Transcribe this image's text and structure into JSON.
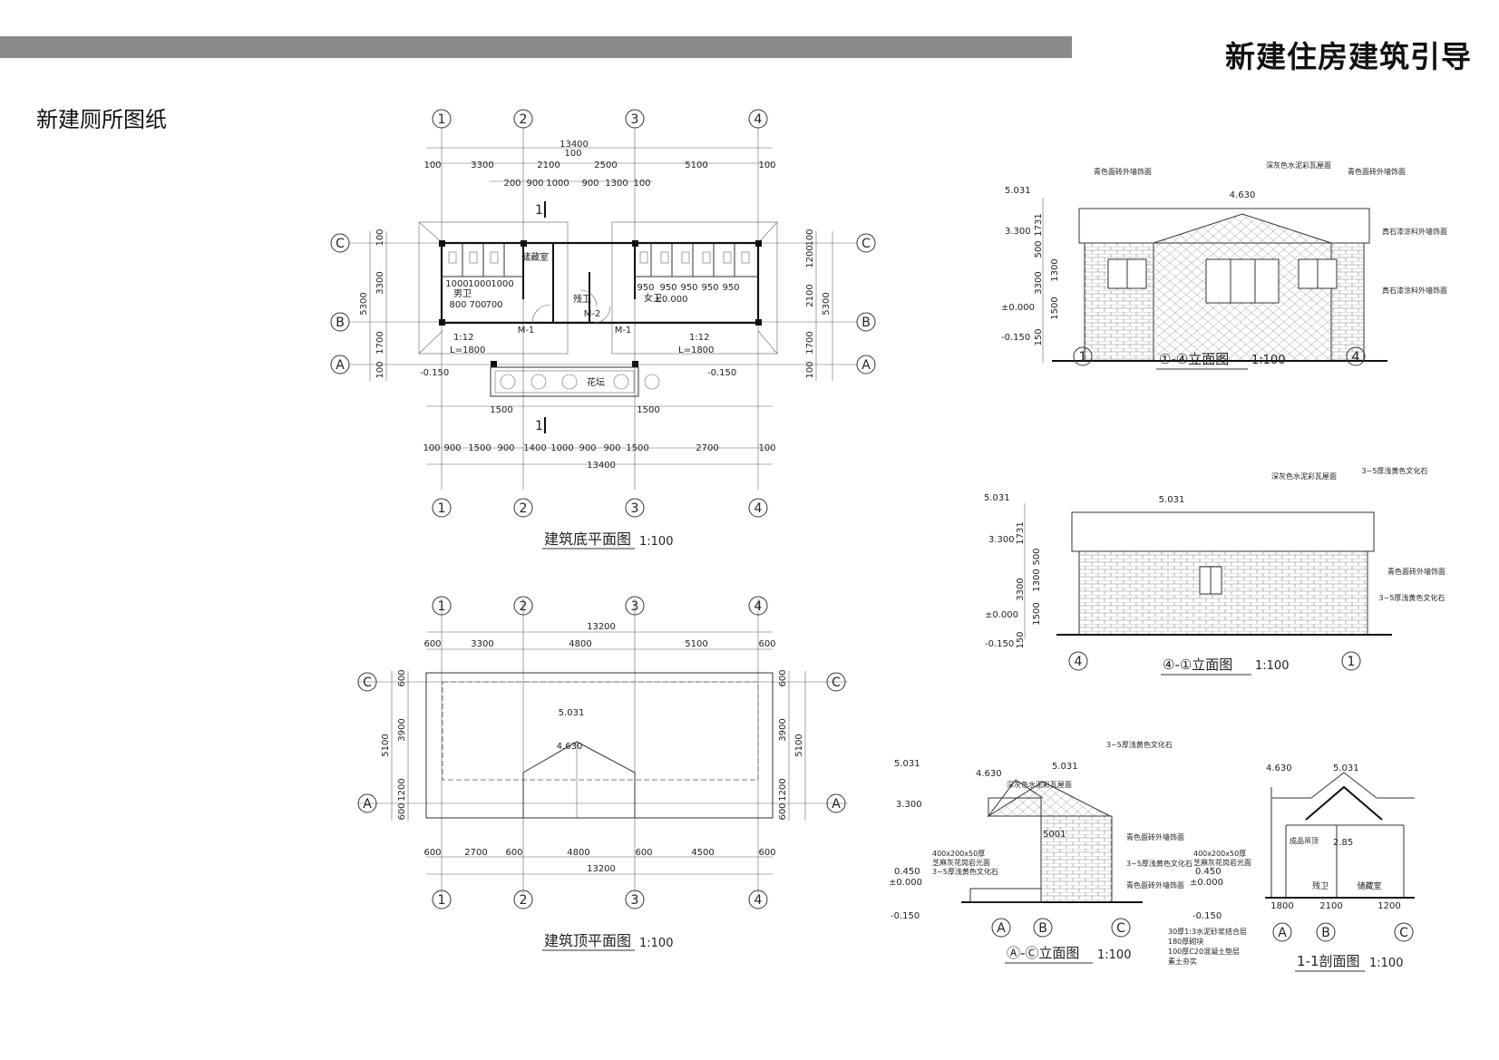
{
  "header": {
    "title": "新建住房建筑引导",
    "subtitle": "新建厕所图纸"
  },
  "floor_plan": {
    "title": "建筑底平面图",
    "scale": "1:100",
    "axes_x": [
      "1",
      "2",
      "3",
      "4"
    ],
    "axes_y": [
      "C",
      "B",
      "A"
    ],
    "total_width": "13400",
    "top_dims": [
      "100",
      "3300",
      "2100",
      "100",
      "2500",
      "5100",
      "100"
    ],
    "top_dims2": [
      "200",
      "900",
      "1000",
      "900",
      "1300",
      "100"
    ],
    "bottom_dims": [
      "100",
      "900",
      "1500",
      "900",
      "1400",
      "1000",
      "900",
      "900",
      "1500",
      "2700",
      "100"
    ],
    "side_dims_left": [
      "100",
      "3300",
      "1700",
      "100"
    ],
    "side_total": "5300",
    "side_dims_right": [
      "100",
      "1200",
      "2100",
      "1700",
      "100"
    ],
    "rooms": {
      "storage": "储藏室",
      "male": "男卫",
      "female": "女卫",
      "accessible": "残卫",
      "planter": "花坛"
    },
    "labels": {
      "door1": "M-1",
      "door2": "M-2",
      "ramp_slope": "1:12",
      "ramp_len": "L=1800",
      "elev_floor": "±0.000",
      "elev_out": "-0.150",
      "dim_1500": "1500",
      "dim_1300": "1300",
      "stall_1000": "1000",
      "stall_950": "950",
      "urinal": "800",
      "urinal2": "700",
      "section_mark": "1"
    }
  },
  "roof_plan": {
    "title": "建筑顶平面图",
    "scale": "1:100",
    "total_width": "13200",
    "top_dims": [
      "600",
      "3300",
      "4800",
      "5100",
      "600"
    ],
    "bottom_dims": [
      "600",
      "2700",
      "600",
      "4800",
      "600",
      "4500",
      "600"
    ],
    "side_left": [
      "600",
      "3900",
      "1200",
      "600"
    ],
    "side_total": "5100",
    "elev_ridge": "5.031",
    "elev_low": "4.630"
  },
  "elevation_front": {
    "title": "①-④立面图",
    "scale": "1:100",
    "elevations": [
      "5.031",
      "3.300",
      "±0.000",
      "-0.150"
    ],
    "ridge": "4.630",
    "dims": [
      "1731",
      "500",
      "1300",
      "3300",
      "1500",
      "150"
    ],
    "axes": [
      "1",
      "4"
    ],
    "notes": [
      "青色面砖外墙饰面",
      "深灰色水泥彩瓦屋面",
      "青色面砖外墙饰面",
      "真石漆涂料外墙饰面",
      "真石漆涂料外墙饰面"
    ]
  },
  "elevation_back": {
    "title": "④-①立面图",
    "scale": "1:100",
    "elevations": [
      "5.031",
      "3.300",
      "±0.000",
      "-0.150"
    ],
    "ridge": "5.031",
    "dims": [
      "1731",
      "500",
      "1300",
      "3300",
      "1500",
      "150"
    ],
    "axes": [
      "4",
      "1"
    ],
    "notes": [
      "深灰色水泥彩瓦屋面",
      "3~5厚浅黄色文化石",
      "青色面砖外墙饰面",
      "3~5厚浅黄色文化石"
    ]
  },
  "elevation_side": {
    "title": "Ⓐ-Ⓒ立面图",
    "scale": "1:100",
    "elevations": [
      "5.031",
      "3.300",
      "0.450",
      "±0.000",
      "-0.150"
    ],
    "ridge": [
      "4.630",
      "5.031"
    ],
    "axes": [
      "A",
      "B",
      "C"
    ],
    "notes": [
      "深灰色水泥彩瓦屋面",
      "3~5厚浅黄色文化石",
      "青色面砖外墙饰面",
      "3~5厚浅黄色文化石",
      "青色面砖外墙饰面",
      "400x200x50厚",
      "芝麻灰花岗岩光面",
      "3~5厚浅黄色文化石"
    ],
    "dim": "5001"
  },
  "section": {
    "title": "1-1剖面图",
    "scale": "1:100",
    "elevations": [
      "4.630",
      "5.031",
      "2.85",
      "0.450",
      "±0.000",
      "-0.150"
    ],
    "axes": [
      "A",
      "B",
      "C"
    ],
    "dims": [
      "1800",
      "2100",
      "1200"
    ],
    "rooms": [
      "残卫",
      "储藏室",
      "成品吊顶"
    ],
    "notes": [
      "400x200x50厚",
      "芝麻灰花岗岩光面",
      "30厚1:3水泥砂浆结合层",
      "180厚砌块",
      "100厚C20混凝土垫层",
      "素土夯实"
    ]
  }
}
